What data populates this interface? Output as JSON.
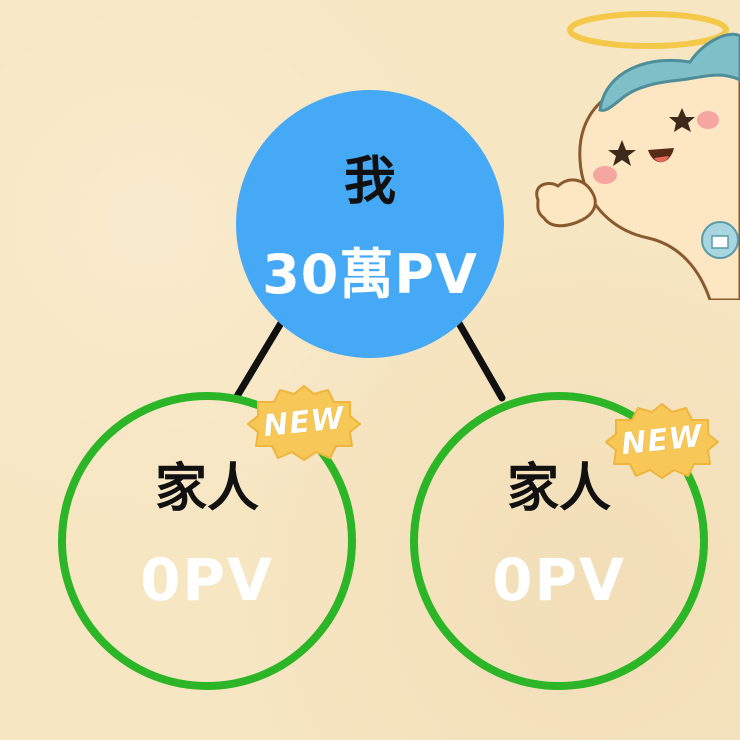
{
  "colors": {
    "background": "#f7e6c2",
    "root_fill": "#46a9f5",
    "child_ring": "#2db528",
    "connector": "#111111",
    "badge_fill": "#f7c858"
  },
  "root": {
    "name": "我",
    "pv": "30萬PV"
  },
  "children": [
    {
      "name": "家人",
      "pv": "0PV",
      "badge": "NEW"
    },
    {
      "name": "家人",
      "pv": "0PV",
      "badge": "NEW"
    }
  ],
  "icons": {
    "mascot": "angel-mascot-icon",
    "badge": "new-burst-badge-icon"
  }
}
